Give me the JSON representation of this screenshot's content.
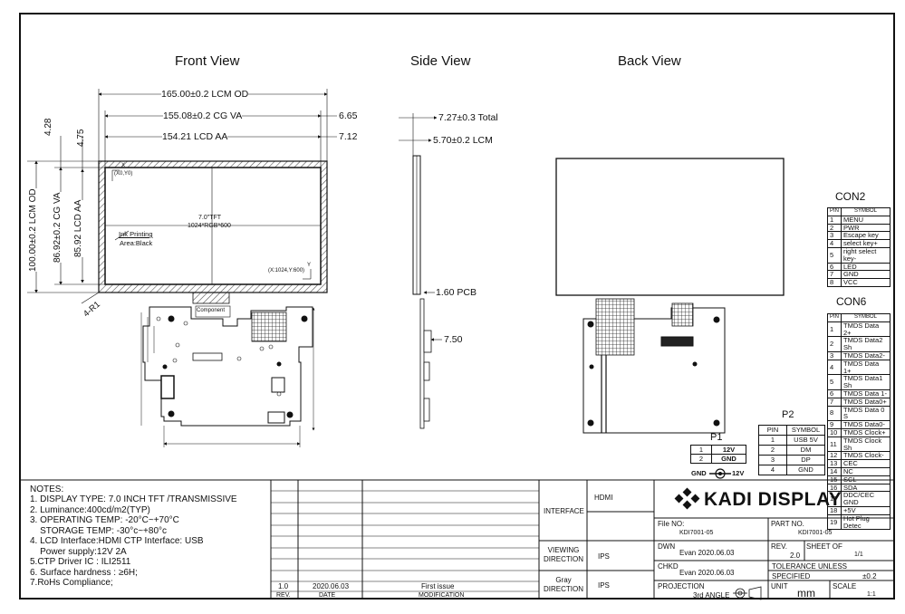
{
  "views": {
    "front": "Front View",
    "side": "Side View",
    "back": "Back View"
  },
  "front_dims": {
    "lcm_od_w": "165.00±0.2 LCM OD",
    "cg_va_w": "155.08±0.2  CG VA",
    "lcd_aa_w": "154.21 LCD  AA",
    "off_665": "6.65",
    "off_712": "7.12",
    "off_428": "4.28",
    "off_475": "4.75",
    "lcm_od_h": "100.00±0.2 LCM OD",
    "cg_va_h": "86.92±0.2 CG VA",
    "lcd_aa_h": "85.92 LCD AA",
    "radius": "4-R1",
    "origin": "(X0,Y0)",
    "end": "(X:1024,Y:600)",
    "panel_type": "7.0\"TFT",
    "resolution": "1024*RGB*600",
    "ink": "Ink Printing",
    "ink_area": "Area:Black",
    "component": "Component",
    "axis_x": "X",
    "axis_y": "Y"
  },
  "side_dims": {
    "total": "7.27±0.3  Total",
    "lcm": "5.70±0.2 LCM",
    "pcb": "1.60 PCB",
    "conn": "7.50"
  },
  "con2": {
    "title": "CON2",
    "headers": [
      "PIN",
      "SYMBOL"
    ],
    "rows": [
      [
        "1",
        "MENU"
      ],
      [
        "2",
        "PWR"
      ],
      [
        "3",
        "Escape key"
      ],
      [
        "4",
        "select key+"
      ],
      [
        "5",
        "right select key-"
      ],
      [
        "6",
        "LED"
      ],
      [
        "7",
        "GND"
      ],
      [
        "8",
        "VCC"
      ]
    ]
  },
  "con6": {
    "title": "CON6",
    "headers": [
      "PIN",
      "SYMBOL"
    ],
    "rows": [
      [
        "1",
        "TMDS Data 2+"
      ],
      [
        "2",
        "TMDS Data2 Sh"
      ],
      [
        "3",
        "TMDS Data2-"
      ],
      [
        "4",
        "TMDS Data 1+"
      ],
      [
        "5",
        "TMDS Data1 Sh"
      ],
      [
        "6",
        "TMDS Data 1-"
      ],
      [
        "7",
        "TMDS Data0+"
      ],
      [
        "8",
        "TMDS Data 0 S"
      ],
      [
        "9",
        "TMDS Data0-"
      ],
      [
        "10",
        "TMDS Clock+"
      ],
      [
        "11",
        "TMDS Clock Sh"
      ],
      [
        "12",
        "TMDS Clock-"
      ],
      [
        "13",
        "CEC"
      ],
      [
        "14",
        "NC"
      ],
      [
        "15",
        "SCL"
      ],
      [
        "16",
        "SDA"
      ],
      [
        "17",
        "DDC/CEC GND"
      ],
      [
        "18",
        "+5V"
      ],
      [
        "19",
        "Hot Plug Detec"
      ]
    ]
  },
  "p2": {
    "title": "P2",
    "headers": [
      "PIN",
      "SYMBOL"
    ],
    "rows": [
      [
        "1",
        "USB 5V"
      ],
      [
        "2",
        "DM"
      ],
      [
        "3",
        "DP"
      ],
      [
        "4",
        "GND"
      ]
    ]
  },
  "p1": {
    "title": "P1",
    "rows": [
      [
        "1",
        "12V"
      ],
      [
        "2",
        "GND"
      ]
    ],
    "gnd": "GND",
    "v12": "12V"
  },
  "notes": {
    "title": "NOTES:",
    "lines": [
      "1. DISPLAY TYPE: 7.0 INCH TFT /TRANSMISSIVE",
      "2. Luminance:400cd/m2(TYP)",
      "3. OPERATING TEMP: -20°C~+70°C",
      "    STORAGE TEMP: -30°c~+80°c",
      "4. LCD Interface:HDMI CTP  Interface: USB",
      "    Power supply:12V 2A",
      "5.CTP Driver IC :  ILI2511",
      "6. Surface hardness : ≥6H;",
      "7.RoHs Compliance;"
    ]
  },
  "revision": {
    "rev": "1.0",
    "date": "2020.06.03",
    "mod": "First issue",
    "h_rev": "REV.",
    "h_date": "DATE",
    "h_mod": "MODIFICATION"
  },
  "specs": {
    "interface_label": "INTERFACE",
    "interface_value": "HDMI",
    "viewing_label": "VIEWING DIRECTION",
    "viewing_value": "IPS",
    "gray_label": "Gray DIRECTION",
    "gray_value": "IPS"
  },
  "title_block": {
    "brand": "KADI DISPLAY",
    "file_label": "File NO:",
    "file_value": "KDI7001-05",
    "part_label": "PART NO.",
    "part_value": "KDI7001-05",
    "dwn_label": "DWN",
    "dwn_value": "Evan 2020.06.03",
    "rev_label": "REV.",
    "rev_value": "2.0",
    "sheet_label": "SHEET OF",
    "sheet_value": "1/1",
    "chkd_label": "CHKD",
    "chkd_value": "Evan 2020.06.03",
    "tol_label": "TOLERANCE UNLESS",
    "tol_label2": "SPECIFIED",
    "tol_value": "±0.2",
    "proj_label": "PROJECTION",
    "proj_value": "3rd ANGLE",
    "unit_label": "UNIT",
    "unit_value": "mm",
    "scale_label": "SCALE",
    "scale_value": "1:1"
  },
  "colors": {
    "line": "#111111",
    "hatch": "#555555",
    "brand": "#111111"
  }
}
